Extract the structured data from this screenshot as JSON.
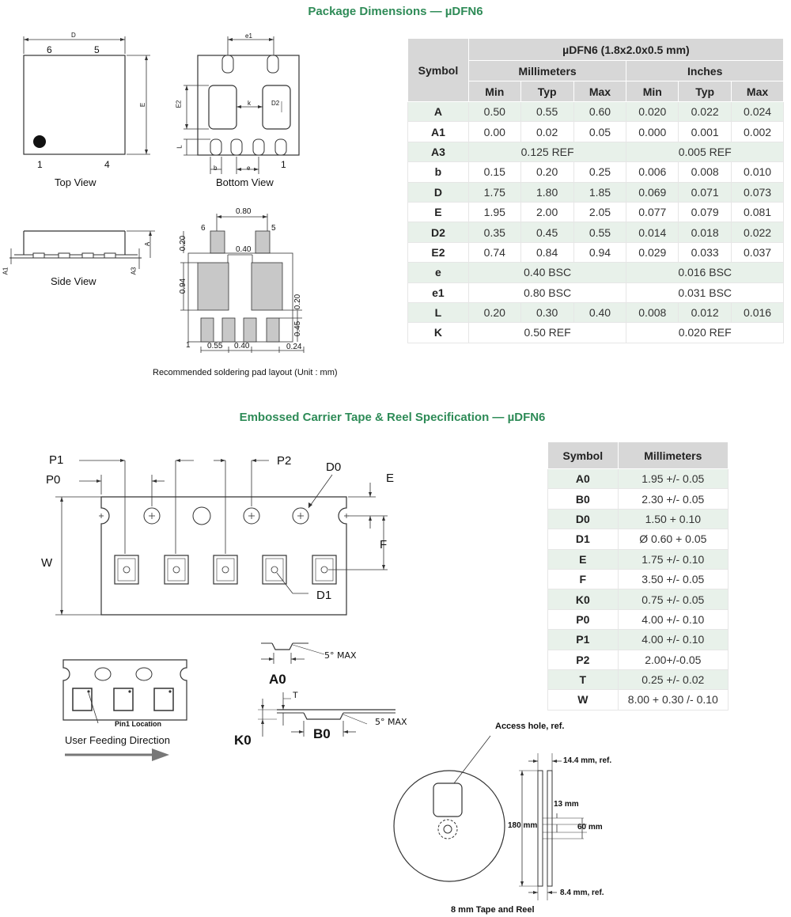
{
  "pkg": {
    "title": "Package Dimensions — µDFN6",
    "top_view": {
      "caption": "Top View",
      "D": "D",
      "E": "E",
      "p6": "6",
      "p5": "5",
      "p1": "1",
      "p4": "4"
    },
    "bottom_view": {
      "caption": "Bottom View",
      "e1": "e1",
      "E2": "E2",
      "k": "k",
      "D2": "D2",
      "L": "L",
      "b": "b",
      "e": "e",
      "p1": "1"
    },
    "side_view": {
      "caption": "Side View",
      "A": "A",
      "A1": "A1",
      "A3": "A3"
    },
    "pad_layout": {
      "caption": "Recommended soldering pad layout (Unit : mm)",
      "d080": "0.80",
      "d040": "0.40",
      "d020a": "0.20",
      "d094": "0.94",
      "d020b": "0.20",
      "d045": "0.45",
      "d055": "0.55",
      "d040b": "0.40",
      "d024": "0.24",
      "p6": "6",
      "p5": "5",
      "p1": "1"
    },
    "table": {
      "group_title": "µDFN6 (1.8x2.0x0.5 mm)",
      "symbol_header": "Symbol",
      "mm_header": "Millimeters",
      "in_header": "Inches",
      "sub": [
        "Min",
        "Typ",
        "Max",
        "Min",
        "Typ",
        "Max"
      ],
      "rows": [
        {
          "sym": "A",
          "v": [
            "0.50",
            "0.55",
            "0.60",
            "0.020",
            "0.022",
            "0.024"
          ]
        },
        {
          "sym": "A1",
          "v": [
            "0.00",
            "0.02",
            "0.05",
            "0.000",
            "0.001",
            "0.002"
          ]
        },
        {
          "sym": "A3",
          "mm": "0.125 REF",
          "in": "0.005 REF"
        },
        {
          "sym": "b",
          "v": [
            "0.15",
            "0.20",
            "0.25",
            "0.006",
            "0.008",
            "0.010"
          ]
        },
        {
          "sym": "D",
          "v": [
            "1.75",
            "1.80",
            "1.85",
            "0.069",
            "0.071",
            "0.073"
          ]
        },
        {
          "sym": "E",
          "v": [
            "1.95",
            "2.00",
            "2.05",
            "0.077",
            "0.079",
            "0.081"
          ]
        },
        {
          "sym": "D2",
          "v": [
            "0.35",
            "0.45",
            "0.55",
            "0.014",
            "0.018",
            "0.022"
          ]
        },
        {
          "sym": "E2",
          "v": [
            "0.74",
            "0.84",
            "0.94",
            "0.029",
            "0.033",
            "0.037"
          ]
        },
        {
          "sym": "e",
          "mm": "0.40 BSC",
          "in": "0.016 BSC"
        },
        {
          "sym": "e1",
          "mm": "0.80 BSC",
          "in": "0.031 BSC"
        },
        {
          "sym": "L",
          "v": [
            "0.20",
            "0.30",
            "0.40",
            "0.008",
            "0.012",
            "0.016"
          ]
        },
        {
          "sym": "K",
          "mm": "0.50 REF",
          "in": "0.020 REF"
        }
      ]
    }
  },
  "tape": {
    "title": "Embossed Carrier Tape & Reel Specification — µDFN6",
    "labels": {
      "P1": "P1",
      "P0": "P0",
      "P2": "P2",
      "D0": "D0",
      "E": "E",
      "F": "F",
      "W": "W",
      "D1": "D1"
    },
    "section": {
      "A0": "A0",
      "B0": "B0",
      "K0": "K0",
      "T": "T",
      "max1": "5° MAX",
      "max2": "5° MAX"
    },
    "feed": {
      "pin1": "Pin1 Location",
      "direction": "User Feeding Direction"
    },
    "table": {
      "symbol_header": "Symbol",
      "mm_header": "Millimeters",
      "rows": [
        {
          "sym": "A0",
          "val": "1.95 +/-  0.05"
        },
        {
          "sym": "B0",
          "val": "2.30 +/- 0.05"
        },
        {
          "sym": "D0",
          "val": "1.50 + 0.10"
        },
        {
          "sym": "D1",
          "val": "Ø 0.60 + 0.05"
        },
        {
          "sym": "E",
          "val": "1.75 +/- 0.10"
        },
        {
          "sym": "F",
          "val": "3.50 +/- 0.05"
        },
        {
          "sym": "K0",
          "val": "0.75 +/- 0.05"
        },
        {
          "sym": "P0",
          "val": "4.00 +/- 0.10"
        },
        {
          "sym": "P1",
          "val": "4.00 +/- 0.10"
        },
        {
          "sym": "P2",
          "val": "2.00+/-0.05"
        },
        {
          "sym": "T",
          "val": "0.25 +/- 0.02"
        },
        {
          "sym": "W",
          "val": "8.00 + 0.30 /- 0.10"
        }
      ]
    },
    "reel": {
      "access": "Access hole, ref.",
      "w144": "14.4 mm, ref.",
      "d180": "180 mm",
      "d13": "13 mm",
      "d60": "60 mm",
      "w84": "8.4 mm, ref.",
      "caption": "8 mm Tape and Reel"
    }
  }
}
